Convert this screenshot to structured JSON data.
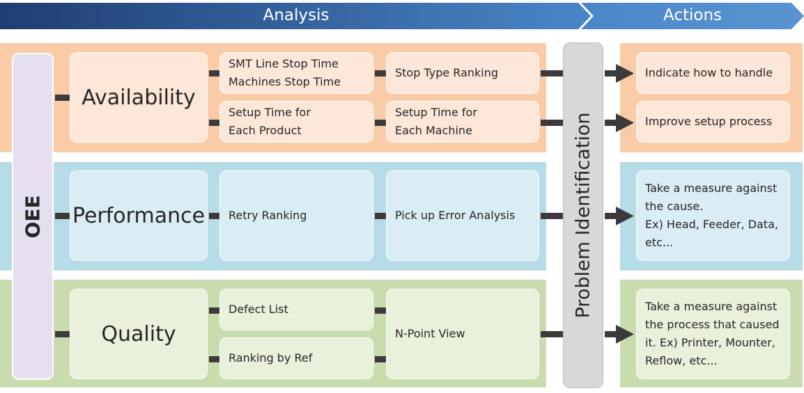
{
  "header": {
    "analysis": "Analysis",
    "actions": "Actions"
  },
  "oee": "OEE",
  "problem_identification": "Problem Identification",
  "availability": {
    "label": "Availability",
    "stop_time_line1": "SMT Line Stop Time",
    "stop_time_line2": "Machines Stop Time",
    "setup_product_line1": "Setup Time for",
    "setup_product_line2": "Each Product",
    "stop_type_ranking": "Stop Type Ranking",
    "setup_machine_line1": "Setup Time for",
    "setup_machine_line2": "Each Machine",
    "action1": "Indicate how to handle",
    "action2": "Improve setup process"
  },
  "performance": {
    "label": "Performance",
    "retry_ranking": "Retry Ranking",
    "pickup_error": "Pick up Error Analysis",
    "action_line1": "Take a measure against",
    "action_line2": "the cause.",
    "action_line3": "Ex) Head, Feeder, Data,",
    "action_line4": "etc..."
  },
  "quality": {
    "label": "Quality",
    "defect_list": "Defect List",
    "ranking_by_ref": "Ranking by Ref",
    "npoint_view": "N-Point View",
    "action_line1": "Take a measure against",
    "action_line2": "the process that caused",
    "action_line3": "it. Ex) Printer, Mounter,",
    "action_line4": "Reflow, etc..."
  },
  "colors": {
    "header_dark": "#1f3e72",
    "header_light": "#4a86c8",
    "orange_band": "#f9cba7",
    "blue_band": "#b5dce7",
    "green_band": "#c9dcad",
    "oee_fill": "#e5dff0",
    "problem_fill": "#d8d8d8",
    "connector": "#3b3b3b"
  }
}
